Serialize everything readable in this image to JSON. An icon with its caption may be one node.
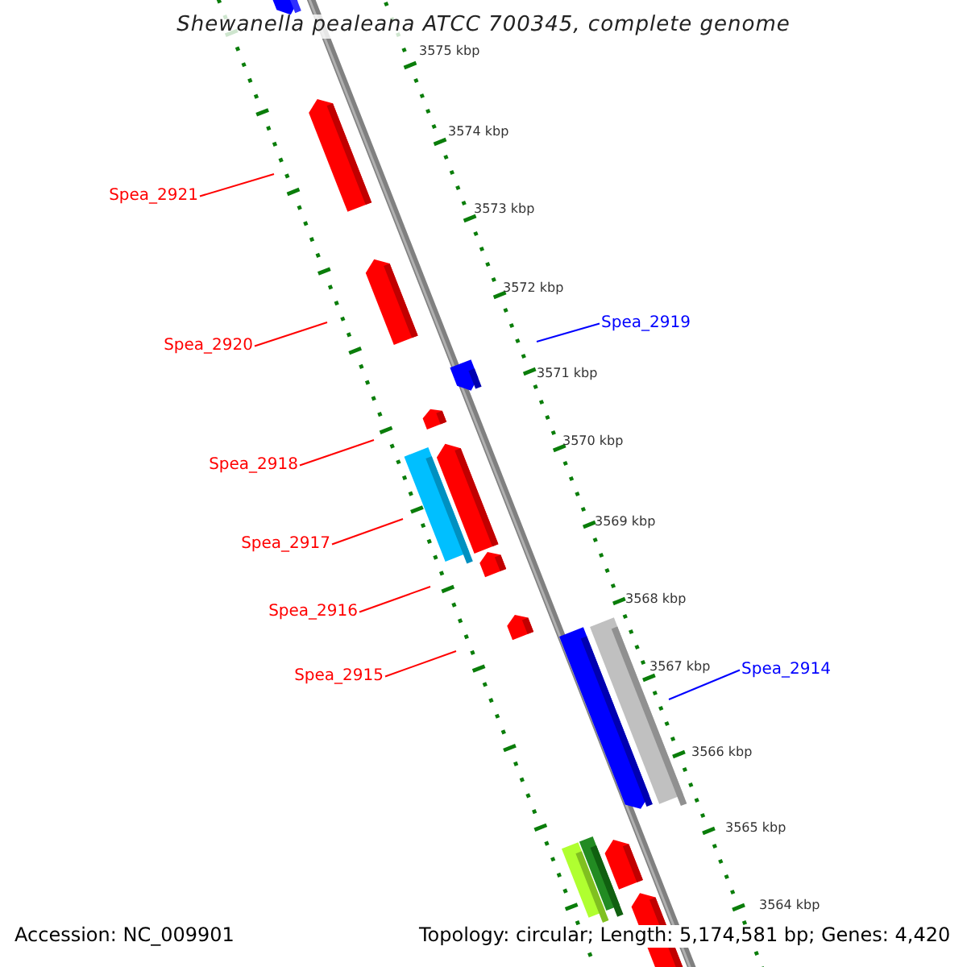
{
  "diagram": {
    "title": "Shewanella pealeana ATCC 700345, complete genome",
    "nodes": [
      {
        "text": [
          "Spea_2921"
        ]
      },
      {
        "text": [
          "Spea_2920"
        ]
      },
      {
        "text": [
          "Spea_2919"
        ]
      },
      {
        "text": [
          "Spea_2918"
        ]
      },
      {
        "text": [
          "Spea_2917"
        ]
      },
      {
        "text": [
          "Spea_2916"
        ]
      },
      {
        "text": [
          "Spea_2915"
        ]
      },
      {
        "text": [
          "Spea_2914"
        ]
      }
    ],
    "edges": [
      {
        "from": 0,
        "to": null,
        "arrow": "none"
      },
      {
        "from": 1,
        "to": null,
        "arrow": "none"
      },
      {
        "from": 2,
        "to": null,
        "arrow": "none",
        "color": "#0000ff"
      },
      {
        "from": 3,
        "to": null,
        "arrow": "none"
      },
      {
        "from": 4,
        "to": null,
        "arrow": "none"
      },
      {
        "from": 5,
        "to": null,
        "arrow": "none"
      },
      {
        "from": 6,
        "to": null,
        "arrow": "none"
      },
      {
        "from": 7,
        "to": null,
        "arrow": "none",
        "color": "#0000ff"
      }
    ],
    "labels": [
      "3575 kbp",
      "3574 kbp",
      "3573 kbp",
      "3572 kbp",
      "3571 kbp",
      "3570 kbp",
      "3569 kbp",
      "3568 kbp",
      "3567 kbp",
      "3566 kbp",
      "3565 kbp",
      "3564 kbp",
      "Accession: NC_009901",
      "Topology: circular; Length: 5,174,581 bp; Genes: 4,420"
    ]
  }
}
